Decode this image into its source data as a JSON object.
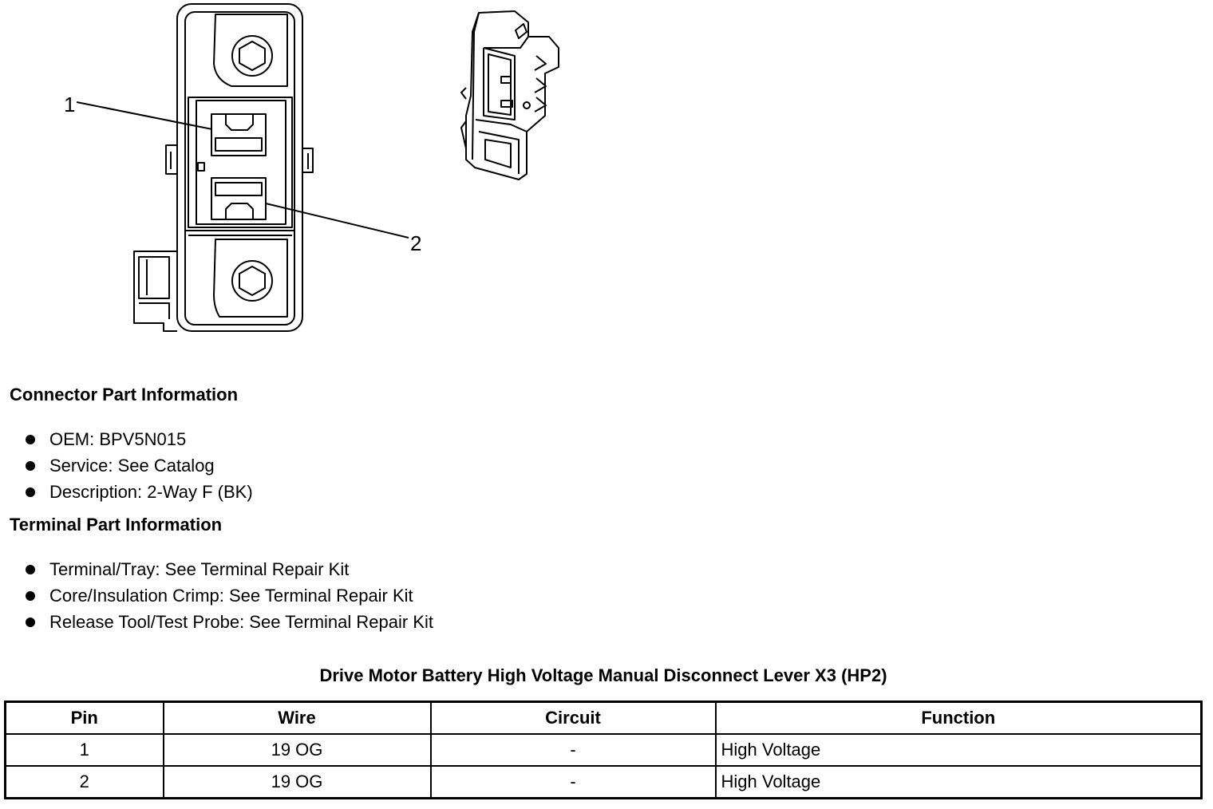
{
  "diagram": {
    "callouts": [
      "1",
      "2"
    ]
  },
  "connector_info": {
    "heading": "Connector Part Information",
    "items": [
      "OEM: BPV5N015",
      "Service: See Catalog",
      "Description: 2-Way F (BK)"
    ]
  },
  "terminal_info": {
    "heading": "Terminal Part Information",
    "items": [
      "Terminal/Tray: See Terminal Repair Kit",
      "Core/Insulation Crimp: See Terminal Repair Kit",
      "Release Tool/Test Probe: See Terminal Repair Kit"
    ]
  },
  "table": {
    "title": "Drive Motor Battery High Voltage Manual Disconnect Lever X3 (HP2)",
    "headers": [
      "Pin",
      "Wire",
      "Circuit",
      "Function"
    ],
    "rows": [
      [
        "1",
        "19 OG",
        "-",
        "High Voltage"
      ],
      [
        "2",
        "19 OG",
        "-",
        "High Voltage"
      ]
    ]
  }
}
